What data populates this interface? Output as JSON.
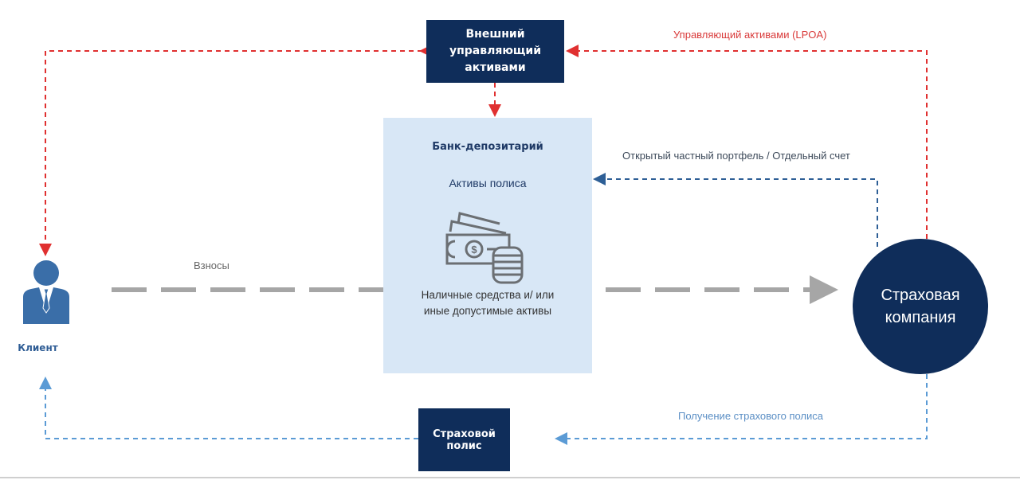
{
  "colors": {
    "dark_navy": "#0f2d5a",
    "panel_blue": "#d8e7f6",
    "red_arrow": "#e03030",
    "blue_arrow": "#2e5f96",
    "light_blue_arrow": "#5b9bd5",
    "gray_arrow": "#a6a6a6"
  },
  "nodes": {
    "external_manager": "Внешний управляющий активами",
    "bank": {
      "title": "Банк-депозитарий",
      "subtitle": "Активы полиса",
      "assets": "Наличные средства и/ или иные допустимые активы",
      "icon": "money-coins-icon"
    },
    "insurer": "Страховая компания",
    "client": {
      "label": "Клиент",
      "icon": "person-icon"
    },
    "policy": "Страховой полис"
  },
  "flows": {
    "lpoa": "Управляющий активами (LPOA)",
    "portfolio": "Открытый частный портфель / Отдельный счет",
    "premiums": "Взносы",
    "receipt": "Получение страхового полиса"
  }
}
